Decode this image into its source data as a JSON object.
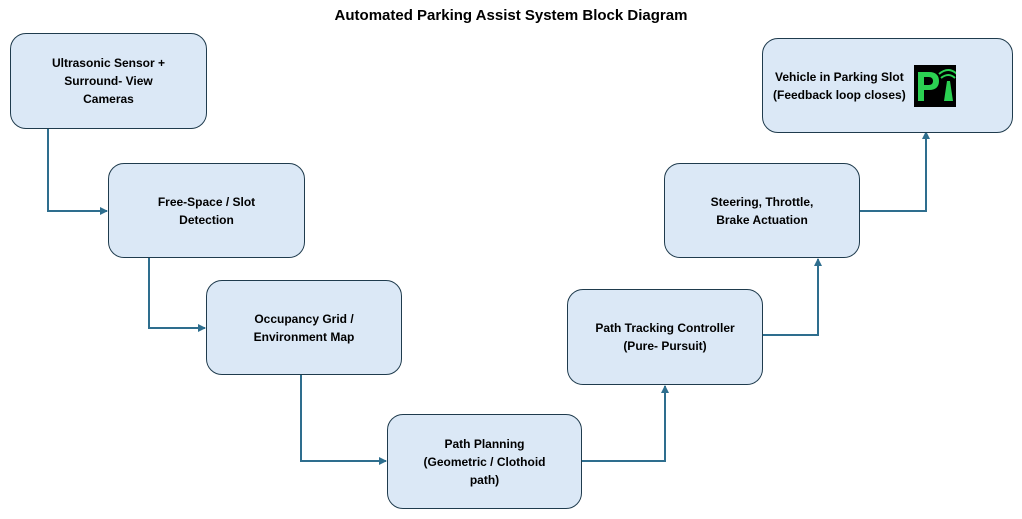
{
  "title": "Automated Parking Assist System Block Diagram",
  "colors": {
    "box_fill": "#dbe8f6",
    "box_border": "#1f3b4d",
    "connector": "#2e6e8e",
    "icon_background": "#000000",
    "icon_accent": "#2bd152"
  },
  "blocks": [
    {
      "lines": [
        "Ultrasonic Sensor +",
        "Surround- View",
        "Cameras"
      ]
    },
    {
      "lines": [
        "Free-Space / Slot",
        "Detection"
      ]
    },
    {
      "lines": [
        "Occupancy Grid /",
        "Environment Map"
      ]
    },
    {
      "lines": [
        "Path Planning",
        "(Geometric / Clothoid",
        "path)"
      ]
    },
    {
      "lines": [
        "Path Tracking Controller",
        "(Pure- Pursuit)"
      ]
    },
    {
      "lines": [
        "Steering, Throttle,",
        "Brake Actuation"
      ]
    },
    {
      "lines": [
        "Vehicle in Parking Slot",
        "(Feedback loop closes)"
      ],
      "icon": "parking-assist-icon"
    }
  ]
}
